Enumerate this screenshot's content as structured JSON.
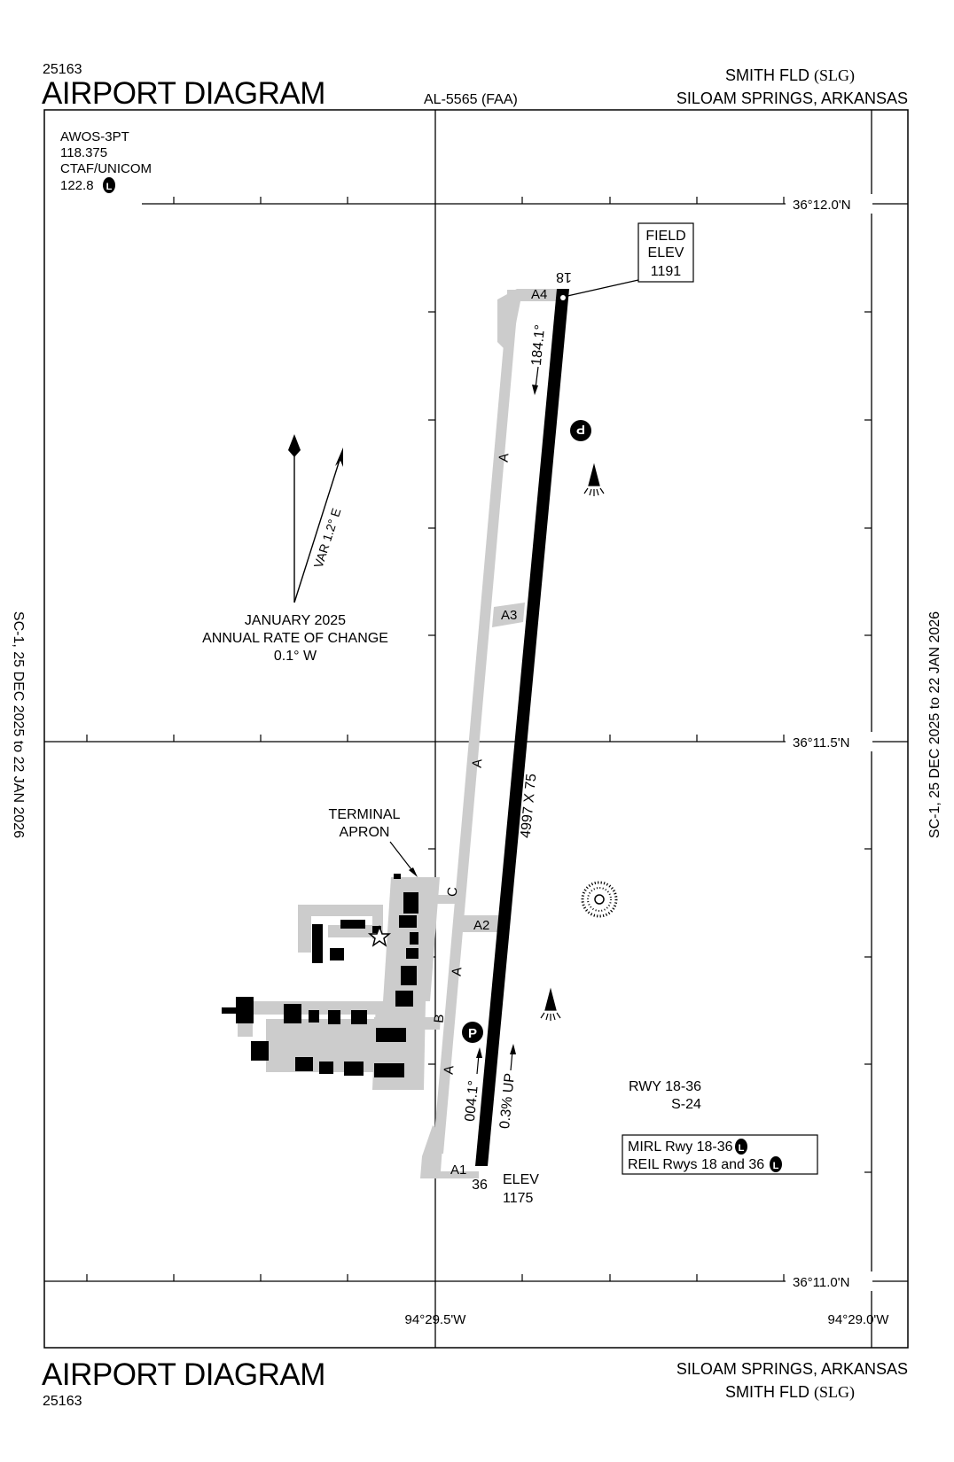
{
  "header": {
    "chart_number": "25163",
    "title": "AIRPORT DIAGRAM",
    "al_number": "AL-5565 (FAA)",
    "airport_name": "SMITH FLD",
    "airport_id": "(SLG)",
    "city_state": "SILOAM SPRINGS, ARKANSAS"
  },
  "footer": {
    "title": "AIRPORT DIAGRAM",
    "chart_number": "25163",
    "city_state": "SILOAM SPRINGS, ARKANSAS",
    "airport_name": "SMITH FLD",
    "airport_id": "(SLG)"
  },
  "side_margins": {
    "effective_dates": "SC-1,  25 DEC 2025  to  22 JAN 2026"
  },
  "comms": {
    "awos_label": "AWOS-3PT",
    "awos_freq": "118.375",
    "ctaf_label": "CTAF/UNICOM",
    "ctaf_freq": "122.8",
    "lighting_symbol": "L"
  },
  "grid": {
    "lat_labels": [
      "36°12.0'N",
      "36°11.5'N",
      "36°11.0'N"
    ],
    "lon_labels": [
      "94°29.5'W",
      "94°29.0'W"
    ]
  },
  "magnetic": {
    "variation": "VAR 1.2°  E",
    "date": "JANUARY 2025",
    "rate_label": "ANNUAL RATE OF CHANGE",
    "rate_value": "0.1° W"
  },
  "runway": {
    "north_end": "18",
    "south_end": "36",
    "dimensions": "4997 X 75",
    "heading_south": "184.1°",
    "heading_north": "004.1°",
    "gradient": "0.3% UP",
    "elev_label": "ELEV",
    "elev_value": "1175"
  },
  "field_elev": {
    "line1": "FIELD",
    "line2": "ELEV",
    "value": "1191"
  },
  "taxiways": {
    "A4": "A4",
    "A3": "A3",
    "A2": "A2",
    "A1": "A1",
    "A": "A",
    "B": "B",
    "C": "C"
  },
  "terminal_apron": {
    "line1": "TERMINAL",
    "line2": "APRON"
  },
  "runway_info": {
    "line1": "RWY 18-36",
    "line2": "S-24"
  },
  "lighting_box": {
    "line1": "MIRL Rwy 18-36",
    "line2": "REIL Rwys 18 and 36",
    "symbol": "L"
  },
  "symbols": {
    "parking": "P"
  },
  "colors": {
    "taxiway": "#cccccc",
    "runway": "#000000",
    "building": "#000000"
  }
}
